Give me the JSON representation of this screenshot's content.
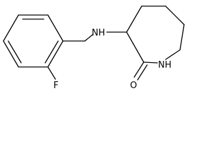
{
  "molecule": {
    "atoms": {
      "nh_amine": "NH",
      "nh_lactam": "NH",
      "oxygen": "O",
      "fluorine": "F"
    }
  }
}
